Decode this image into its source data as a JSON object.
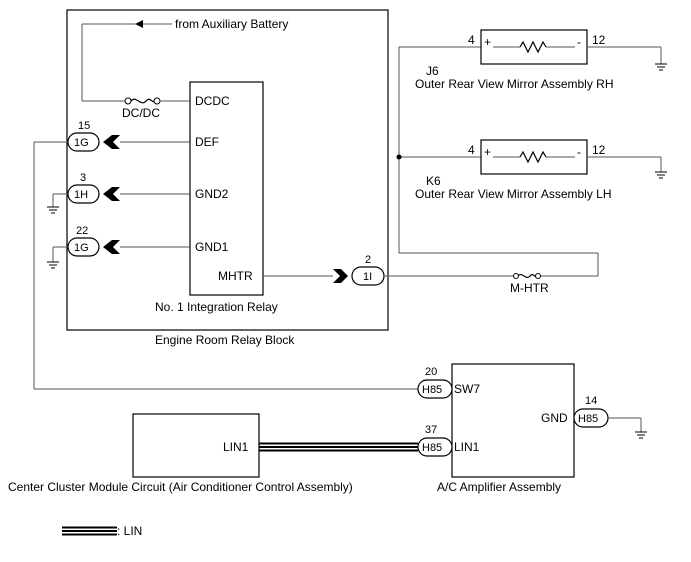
{
  "relay_block": {
    "label": "Engine Room Relay Block",
    "battery_label": "from Auxiliary Battery",
    "relay": {
      "label": "No. 1 Integration Relay",
      "pins": {
        "dcdc": "DCDC",
        "def": "DEF",
        "gnd2": "GND2",
        "gnd1": "GND1",
        "mhtr": "MHTR"
      }
    },
    "fuse_dcdc": "DC/DC"
  },
  "connectors": {
    "c15": {
      "pin": "15",
      "name": "1G"
    },
    "c3": {
      "pin": "3",
      "name": "1H"
    },
    "c22": {
      "pin": "22",
      "name": "1G"
    },
    "c2": {
      "pin": "2",
      "name": "1I"
    },
    "c20": {
      "pin": "20",
      "name": "H85"
    },
    "c37": {
      "pin": "37",
      "name": "H85"
    },
    "c14": {
      "pin": "14",
      "name": "H85"
    }
  },
  "fuse_mhtr": "M-HTR",
  "mirror_rh": {
    "code": "J6",
    "label": "Outer Rear View Mirror Assembly RH",
    "pin_left": "4",
    "pin_right": "12",
    "plus": "+",
    "minus": "-"
  },
  "mirror_lh": {
    "code": "K6",
    "label": "Outer Rear View Mirror Assembly LH",
    "pin_left": "4",
    "pin_right": "12",
    "plus": "+",
    "minus": "-"
  },
  "ac_amplifier": {
    "label": "A/C Amplifier Assembly",
    "pins": {
      "sw7": "SW7",
      "lin1": "LIN1",
      "gnd": "GND"
    }
  },
  "center_cluster": {
    "label": "Center Cluster Module Circuit (Air Conditioner Control Assembly)",
    "pin": "LIN1"
  },
  "legend": {
    "lin": ": LIN"
  }
}
